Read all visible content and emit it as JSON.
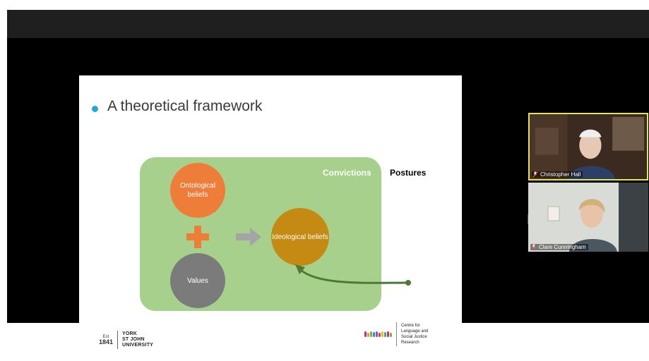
{
  "slide": {
    "title": "A theoretical framework",
    "convictions_label": "Convictions",
    "postures_label": "Postures",
    "nodes": {
      "ontological": "Ontological beliefs",
      "values": "Values",
      "ideological": "Ideological beliefs"
    },
    "logo_left": {
      "est_label": "Est",
      "est_year": "1841",
      "name_lines": [
        "YORK",
        "ST JOHN",
        "UNIVERSITY"
      ]
    },
    "logo_right": {
      "centre_name": "Centre for Language and Social Justice Research"
    }
  },
  "participants": [
    {
      "name": "Christopher Hall",
      "muted": true,
      "active_speaker": true
    },
    {
      "name": "Clare Cunningham",
      "muted": true,
      "active_speaker": false
    }
  ],
  "colors": {
    "bullet": "#1fa8e0",
    "convictions_box": "#a7d08c",
    "ontological": "#ef7d3a",
    "values": "#7b7b7b",
    "ideological": "#c58a12",
    "feedback_arrow": "#4c7a2e",
    "active_speaker_border": "#e1e35a"
  }
}
